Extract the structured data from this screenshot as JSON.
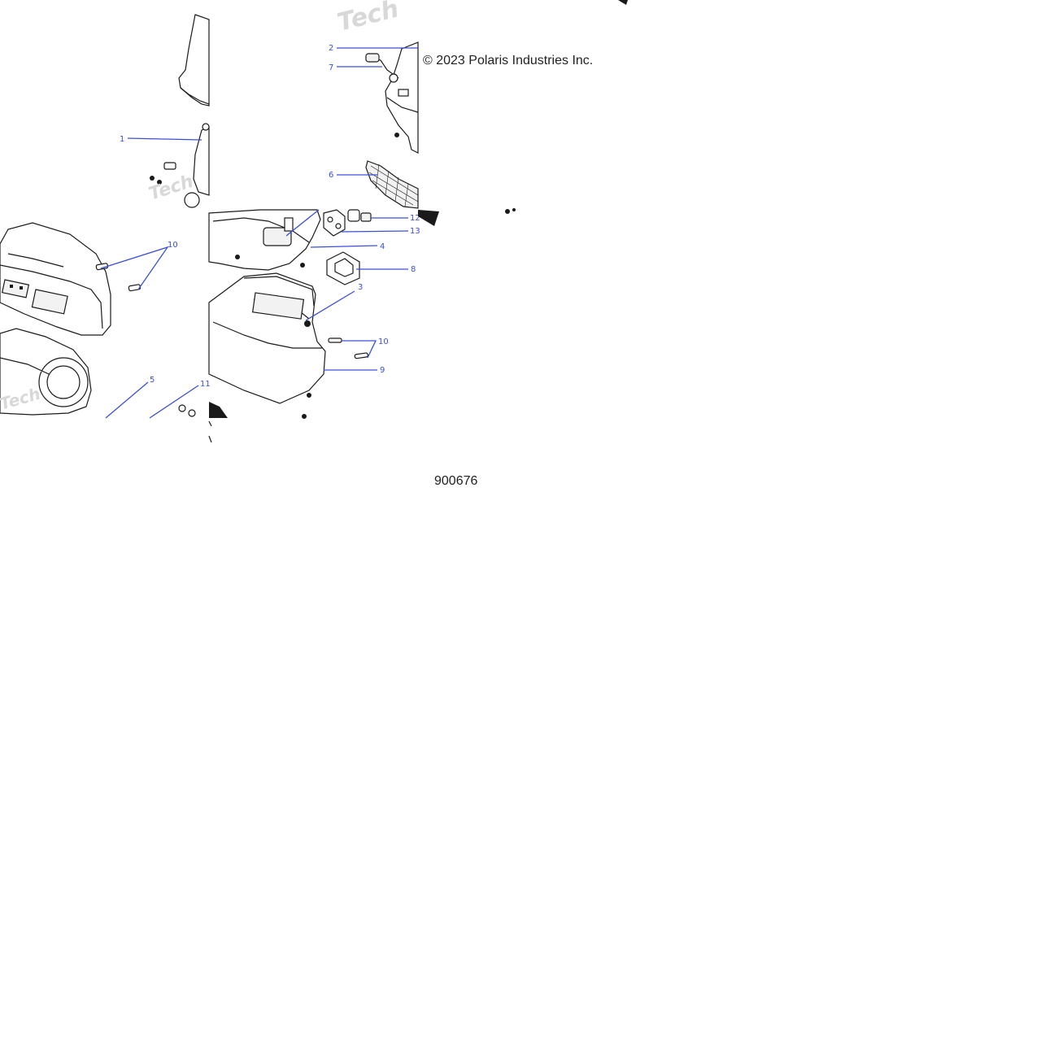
{
  "copyright": "© 2023 Polaris Industries Inc.",
  "diagram_number": "900676",
  "watermark": "Tech",
  "callouts": {
    "c1": "1",
    "c2": "2",
    "c3": "3",
    "c4": "4",
    "c5": "5",
    "c6": "6",
    "c7": "7",
    "c8": "8",
    "c9": "9",
    "c10a": "10",
    "c10b": "10",
    "c11": "11",
    "c12": "12",
    "c13": "13"
  }
}
